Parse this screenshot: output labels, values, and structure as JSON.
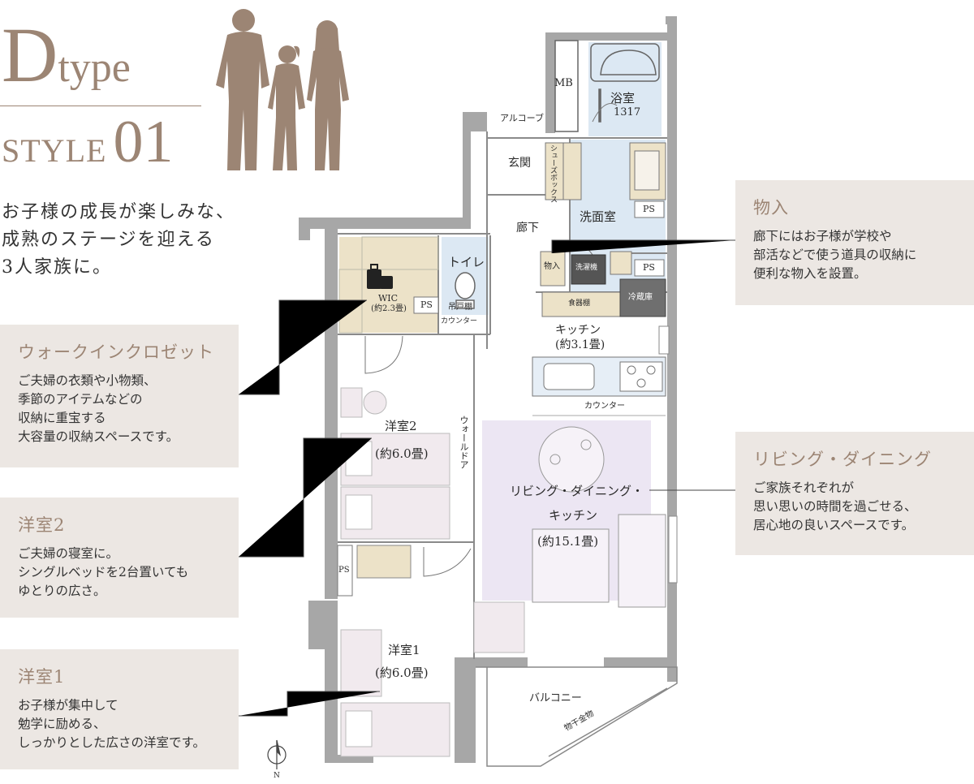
{
  "header": {
    "type_letter": "D",
    "type_word": "type",
    "style_word": "STYLE",
    "style_number": "01"
  },
  "lead": {
    "lines": [
      "お子様の成長が楽しみな、",
      "成熟のステージを迎える",
      "3人家族に。"
    ]
  },
  "boxes": {
    "storage": {
      "title": "物入",
      "lines": [
        "廊下にはお子様が学校や",
        "部活などで使う道具の収納に",
        "便利な物入を設置。"
      ]
    },
    "wic": {
      "title": "ウォークインクロゼット",
      "lines": [
        "ご夫婦の衣類や小物類、",
        "季節のアイテムなどの",
        "収納に重宝する",
        "大容量の収納スペースです。"
      ]
    },
    "room2": {
      "title": "洋室2",
      "lines": [
        "ご夫婦の寝室に。",
        "シングルベッドを2台置いても",
        "ゆとりの広さ。"
      ]
    },
    "room1": {
      "title": "洋室1",
      "lines": [
        "お子様が集中して",
        "勉学に励める、",
        "しっかりとした広さの洋室です。"
      ]
    },
    "living": {
      "title": "リビング・ダイニング",
      "lines": [
        "ご家族それぞれが",
        "思い思いの時間を過ごせる、",
        "居心地の良いスペースです。"
      ]
    }
  },
  "plan": {
    "mb": "MB",
    "bath": "浴室",
    "bath_size": "1317",
    "alcove": "アルコーブ",
    "entrance": "玄関",
    "shoebox": "シューズボックス",
    "washroom": "洗面室",
    "ps": "PS",
    "hallway": "廊下",
    "toilet": "トイレ",
    "storage": "物入",
    "washer": "洗濯機",
    "wic": "WIC",
    "wic_size": "(約2.3畳)",
    "hanging_shelf": "吊戸棚",
    "counter_small": "カウンター",
    "cupboard": "食器棚",
    "fridge": "冷蔵庫",
    "kitchen": "キッチン",
    "kitchen_size": "(約3.1畳)",
    "counter": "カウンター",
    "room2": "洋室2",
    "room2_size": "(約6.0畳)",
    "wall_door": "ウォールドア",
    "ldk_line1": "リビング・ダイニング・",
    "ldk_line2": "キッチン",
    "ldk_size": "(約15.1畳)",
    "room1": "洋室1",
    "room1_size": "(約6.0畳)",
    "balcony": "バルコニー",
    "drying": "物干金物",
    "north": "N"
  },
  "colors": {
    "accent": "#9c8574",
    "box_bg": "#ece7e3",
    "wall": "#a7a7a7",
    "wic_floor": "#ece2c8",
    "wet_floor": "#dce8f3",
    "ldk_floor": "#ece6f3",
    "room_furniture": "#f1eaee"
  }
}
